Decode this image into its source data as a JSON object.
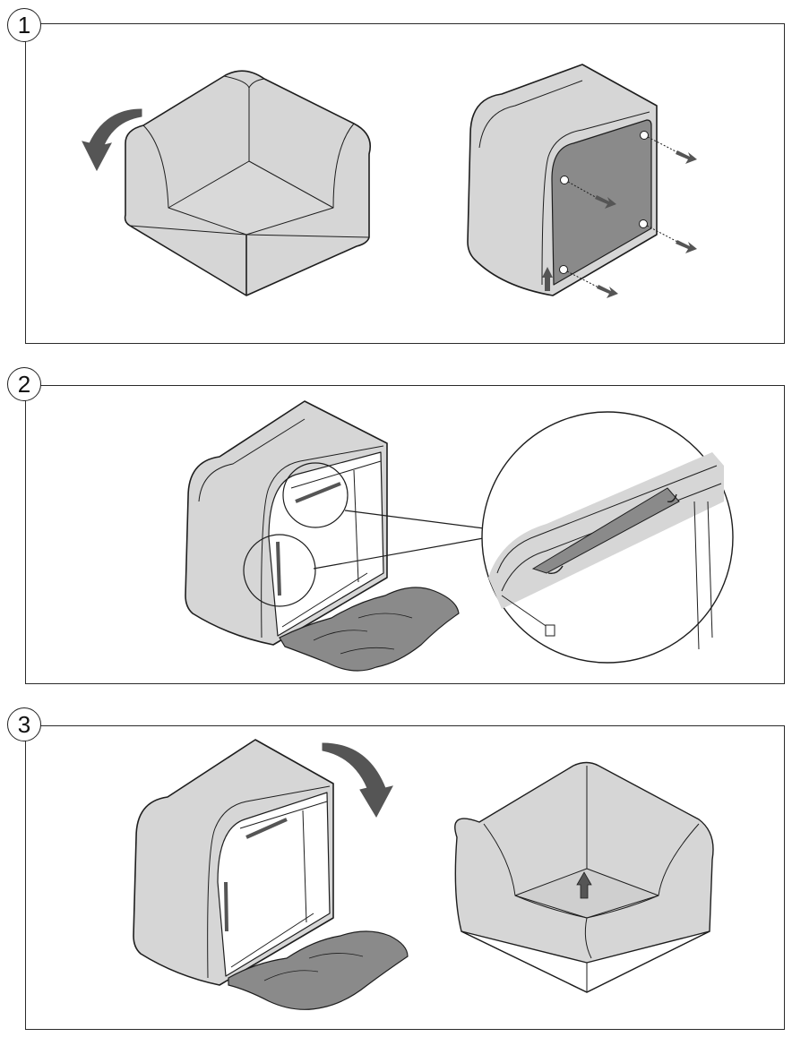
{
  "steps": [
    {
      "number": "1"
    },
    {
      "number": "2"
    },
    {
      "number": "3"
    }
  ],
  "colors": {
    "fabric": "#d6d6d6",
    "panel_dark": "#8a8a8a",
    "outline": "#1e1e1e",
    "arrow": "#555555",
    "white": "#ffffff"
  },
  "icons": [
    "rotate-arrow-icon",
    "pull-arrow-icon",
    "up-arrow-icon",
    "magnifier-circle-icon"
  ]
}
